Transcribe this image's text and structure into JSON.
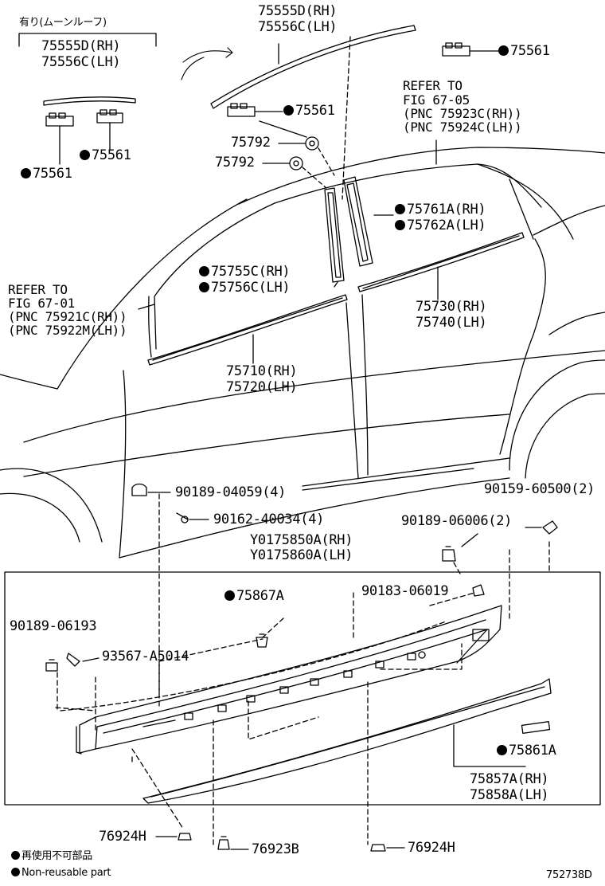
{
  "moonroof_note": "有り(ムーンルーフ)",
  "labels": {
    "moonroof_rh": "75555D(RH)",
    "moonroof_lh": "75556C(LH)",
    "roof_rh": "75555D(RH)",
    "roof_lh": "75556C(LH)",
    "clip_75561_a": "75561",
    "clip_75561_b": "75561",
    "clip_75561_c": "75561",
    "clip_75561_d": "75561",
    "refer_rear_1": "REFER TO",
    "refer_rear_2": "FIG 67-05",
    "refer_rear_3": "(PNC 75923C(RH))",
    "refer_rear_4": "(PNC 75924C(LH))",
    "clip_75792_a": "75792",
    "clip_75792_b": "75792",
    "pillar_rear_rh": "75761A(RH)",
    "pillar_rear_lh": "75762A(LH)",
    "pillar_front_rh": "75755C(RH)",
    "pillar_front_lh": "75756C(LH)",
    "refer_front_1": "REFER TO",
    "refer_front_2": "FIG 67-01",
    "refer_front_3": "(PNC 75921C(RH))",
    "refer_front_4": "(PNC 75922M(LH))",
    "rear_belt_rh": "75730(RH)",
    "rear_belt_lh": "75740(LH)",
    "front_belt_rh": "75710(RH)",
    "front_belt_lh": "75720(LH)",
    "bolt_a": "90189-04059(4)",
    "screw_a": "90162-40034(4)",
    "screw_b": "90159-60500(2)",
    "clip_06006": "90189-06006(2)",
    "rocker_rh": "Y0175850A(RH)",
    "rocker_lh": "Y0175860A(LH)",
    "clip_75867": "75867A",
    "clip_06019": "90183-06019",
    "clip_06193": "90189-06193",
    "clip_93567": "93567-A5014",
    "tape_75861": "75861A",
    "lower_rh": "75857A(RH)",
    "lower_lh": "75858A(LH)",
    "clip_76924_a": "76924H",
    "clip_76923": "76923B",
    "clip_76924_b": "76924H",
    "legend_jp": "再使用不可部品",
    "legend_en": "Non-reusable part",
    "diagram_id": "752738D"
  }
}
